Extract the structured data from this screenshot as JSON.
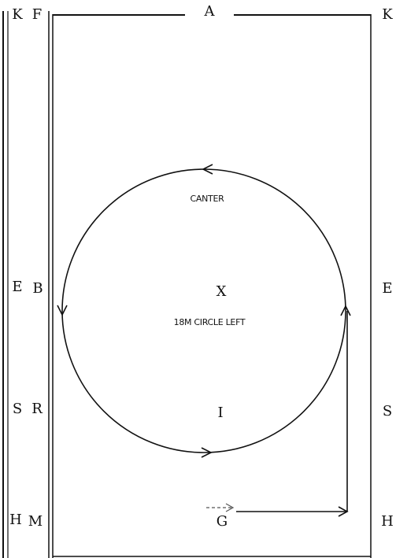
{
  "letters": {
    "top_center": "A",
    "outer_left_top": "K",
    "inner_left_top": "F",
    "outer_right_top": "K",
    "outer_left_mid": "E",
    "inner_left_mid": "B",
    "outer_right_mid": "E",
    "outer_left_low": "S",
    "inner_left_low": "R",
    "outer_right_low": "S",
    "outer_left_bottom": "H",
    "inner_left_bottom": "M",
    "outer_right_bottom": "H",
    "center_x": "X",
    "center_i": "I",
    "bottom_center": "G"
  },
  "labels": {
    "gait": "CANTER",
    "figure": "18M CIRCLE LEFT"
  }
}
